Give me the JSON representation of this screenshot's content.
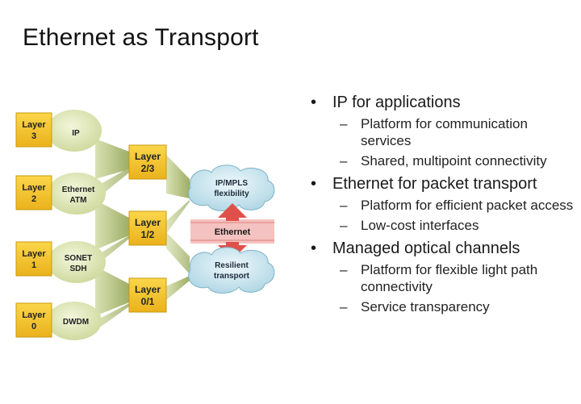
{
  "title": "Ethernet as Transport",
  "diagram": {
    "layers_left": [
      {
        "label_line1": "Layer",
        "label_line2": "3",
        "tech_line1": "IP",
        "tech_line2": ""
      },
      {
        "label_line1": "Layer",
        "label_line2": "2",
        "tech_line1": "Ethernet",
        "tech_line2": "ATM"
      },
      {
        "label_line1": "Layer",
        "label_line2": "1",
        "tech_line1": "SONET",
        "tech_line2": "SDH"
      },
      {
        "label_line1": "Layer",
        "label_line2": "0",
        "tech_line1": "DWDM",
        "tech_line2": ""
      }
    ],
    "layers_mid": [
      {
        "line1": "Layer",
        "line2": "2/3"
      },
      {
        "line1": "Layer",
        "line2": "1/2"
      },
      {
        "line1": "Layer",
        "line2": "0/1"
      }
    ],
    "top_cloud": {
      "line1": "IP/MPLS",
      "line2": "flexibility"
    },
    "center_label": "Ethernet",
    "bottom_cloud": {
      "line1": "Resilient",
      "line2": "transport"
    },
    "colors": {
      "layer_box": "#f5c62a",
      "layer_box_border": "#c99a10",
      "blob": "#dde6b0",
      "funnel": "#b8c68a",
      "cloud": "#cfe7ef",
      "arrow_red": "#e0504a",
      "band_pink": "#f4c2c0"
    }
  },
  "bullets": [
    {
      "text": "IP for applications",
      "subs": [
        "Platform for communication services",
        "Shared, multipoint connectivity"
      ]
    },
    {
      "text": "Ethernet for packet transport",
      "subs": [
        "Platform for efficient packet access",
        "Low-cost interfaces"
      ]
    },
    {
      "text": "Managed optical channels",
      "subs": [
        "Platform for flexible light path connectivity",
        "Service transparency"
      ]
    }
  ],
  "bullet_symbol": "•",
  "sub_symbol": "–"
}
